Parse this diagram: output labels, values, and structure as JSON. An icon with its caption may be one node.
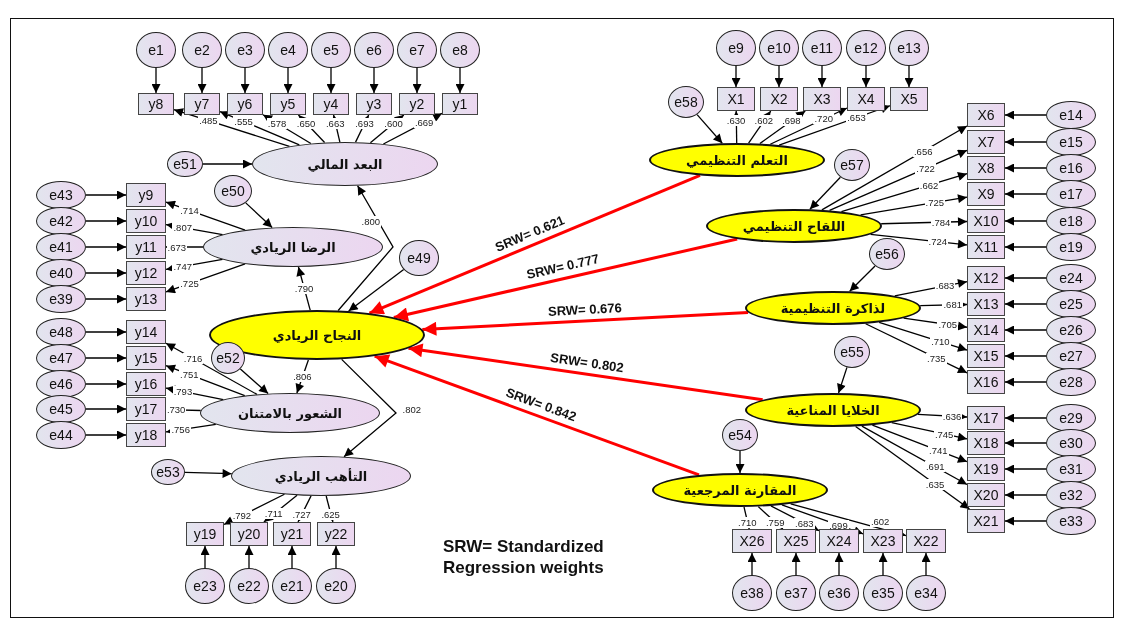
{
  "diagram": {
    "nodes": [
      {
        "text": [
          "e1"
        ]
      },
      {
        "text": [
          "e2"
        ]
      },
      {
        "text": [
          "e3"
        ]
      },
      {
        "text": [
          "e4"
        ]
      },
      {
        "text": [
          "e5"
        ]
      },
      {
        "text": [
          "e6"
        ]
      },
      {
        "text": [
          "e7"
        ]
      },
      {
        "text": [
          "e8"
        ]
      },
      {
        "text": [
          "y8"
        ]
      },
      {
        "text": [
          "y7"
        ]
      },
      {
        "text": [
          "y6"
        ]
      },
      {
        "text": [
          "y5"
        ]
      },
      {
        "text": [
          "y4"
        ]
      },
      {
        "text": [
          "y3"
        ]
      },
      {
        "text": [
          "y2"
        ]
      },
      {
        "text": [
          "y1"
        ]
      },
      {
        "text": [
          "البعد المالي"
        ]
      },
      {
        "text": [
          "e51"
        ]
      },
      {
        "text": [
          "e43"
        ]
      },
      {
        "text": [
          "e42"
        ]
      },
      {
        "text": [
          "e41"
        ]
      },
      {
        "text": [
          "e40"
        ]
      },
      {
        "text": [
          "e39"
        ]
      },
      {
        "text": [
          "y9"
        ]
      },
      {
        "text": [
          "y10"
        ]
      },
      {
        "text": [
          "y11"
        ]
      },
      {
        "text": [
          "y12"
        ]
      },
      {
        "text": [
          "y13"
        ]
      },
      {
        "text": [
          "e50"
        ]
      },
      {
        "text": [
          "الرضا الريادي"
        ]
      },
      {
        "text": [
          "e49"
        ]
      },
      {
        "text": [
          "النجاح الريادي"
        ]
      },
      {
        "text": [
          "e48"
        ]
      },
      {
        "text": [
          "e47"
        ]
      },
      {
        "text": [
          "e46"
        ]
      },
      {
        "text": [
          "e45"
        ]
      },
      {
        "text": [
          "e44"
        ]
      },
      {
        "text": [
          "y14"
        ]
      },
      {
        "text": [
          "y15"
        ]
      },
      {
        "text": [
          "y16"
        ]
      },
      {
        "text": [
          "y17"
        ]
      },
      {
        "text": [
          "y18"
        ]
      },
      {
        "text": [
          "e52"
        ]
      },
      {
        "text": [
          "الشعور بالامتنان"
        ]
      },
      {
        "text": [
          "e53"
        ]
      },
      {
        "text": [
          "التأهب الريادي"
        ]
      },
      {
        "text": [
          "y19"
        ]
      },
      {
        "text": [
          "y20"
        ]
      },
      {
        "text": [
          "y21"
        ]
      },
      {
        "text": [
          "y22"
        ]
      },
      {
        "text": [
          "e23"
        ]
      },
      {
        "text": [
          "e22"
        ]
      },
      {
        "text": [
          "e21"
        ]
      },
      {
        "text": [
          "e20"
        ]
      },
      {
        "text": [
          "e9"
        ]
      },
      {
        "text": [
          "e10"
        ]
      },
      {
        "text": [
          "e11"
        ]
      },
      {
        "text": [
          "e12"
        ]
      },
      {
        "text": [
          "e13"
        ]
      },
      {
        "text": [
          "X1"
        ]
      },
      {
        "text": [
          "X2"
        ]
      },
      {
        "text": [
          "X3"
        ]
      },
      {
        "text": [
          "X4"
        ]
      },
      {
        "text": [
          "X5"
        ]
      },
      {
        "text": [
          "e58"
        ]
      },
      {
        "text": [
          "التعلم التنظيمي"
        ]
      },
      {
        "text": [
          "e57"
        ]
      },
      {
        "text": [
          "اللقاح التنظيمي"
        ]
      },
      {
        "text": [
          "X6"
        ]
      },
      {
        "text": [
          "X7"
        ]
      },
      {
        "text": [
          "X8"
        ]
      },
      {
        "text": [
          "X9"
        ]
      },
      {
        "text": [
          "X10"
        ]
      },
      {
        "text": [
          "X11"
        ]
      },
      {
        "text": [
          "e14"
        ]
      },
      {
        "text": [
          "e15"
        ]
      },
      {
        "text": [
          "e16"
        ]
      },
      {
        "text": [
          "e17"
        ]
      },
      {
        "text": [
          "e18"
        ]
      },
      {
        "text": [
          "e19"
        ]
      },
      {
        "text": [
          "e56"
        ]
      },
      {
        "text": [
          "لذاكرة التنظيمية"
        ]
      },
      {
        "text": [
          "X12"
        ]
      },
      {
        "text": [
          "X13"
        ]
      },
      {
        "text": [
          "X14"
        ]
      },
      {
        "text": [
          "X15"
        ]
      },
      {
        "text": [
          "X16"
        ]
      },
      {
        "text": [
          "e24"
        ]
      },
      {
        "text": [
          "e25"
        ]
      },
      {
        "text": [
          "e26"
        ]
      },
      {
        "text": [
          "e27"
        ]
      },
      {
        "text": [
          "e28"
        ]
      },
      {
        "text": [
          "e55"
        ]
      },
      {
        "text": [
          "الخلايا المناعية"
        ]
      },
      {
        "text": [
          "X17"
        ]
      },
      {
        "text": [
          "X18"
        ]
      },
      {
        "text": [
          "X19"
        ]
      },
      {
        "text": [
          "X20"
        ]
      },
      {
        "text": [
          "X21"
        ]
      },
      {
        "text": [
          "e29"
        ]
      },
      {
        "text": [
          "e30"
        ]
      },
      {
        "text": [
          "e31"
        ]
      },
      {
        "text": [
          "e32"
        ]
      },
      {
        "text": [
          "e33"
        ]
      },
      {
        "text": [
          "e54"
        ]
      },
      {
        "text": [
          "المقارنة المرجعية"
        ]
      },
      {
        "text": [
          "X26"
        ]
      },
      {
        "text": [
          "X25"
        ]
      },
      {
        "text": [
          "X24"
        ]
      },
      {
        "text": [
          "X23"
        ]
      },
      {
        "text": [
          "X22"
        ]
      },
      {
        "text": [
          "e38"
        ]
      },
      {
        "text": [
          "e37"
        ]
      },
      {
        "text": [
          "e36"
        ]
      },
      {
        "text": [
          "e35"
        ]
      },
      {
        "text": [
          "e34"
        ]
      }
    ],
    "edges": [
      {
        "from": 0,
        "to": 8,
        "arrow": "to"
      },
      {
        "from": 1,
        "to": 9,
        "arrow": "to"
      },
      {
        "from": 2,
        "to": 10,
        "arrow": "to"
      },
      {
        "from": 3,
        "to": 11,
        "arrow": "to"
      },
      {
        "from": 4,
        "to": 12,
        "arrow": "to"
      },
      {
        "from": 5,
        "to": 13,
        "arrow": "to"
      },
      {
        "from": 6,
        "to": 14,
        "arrow": "to"
      },
      {
        "from": 7,
        "to": 15,
        "arrow": "to"
      },
      {
        "from": 16,
        "to": 8,
        "arrow": "to",
        "label": ".485"
      },
      {
        "from": 16,
        "to": 9,
        "arrow": "to",
        "label": ".555"
      },
      {
        "from": 16,
        "to": 10,
        "arrow": "to",
        "label": ".578"
      },
      {
        "from": 16,
        "to": 11,
        "arrow": "to",
        "label": ".650"
      },
      {
        "from": 16,
        "to": 12,
        "arrow": "to",
        "label": ".663"
      },
      {
        "from": 16,
        "to": 13,
        "arrow": "to",
        "label": ".693"
      },
      {
        "from": 16,
        "to": 14,
        "arrow": "to",
        "label": ".600"
      },
      {
        "from": 16,
        "to": 15,
        "arrow": "to",
        "label": ".669"
      },
      {
        "from": 17,
        "to": 16,
        "arrow": "to"
      },
      {
        "from": 18,
        "to": 23,
        "arrow": "to"
      },
      {
        "from": 19,
        "to": 24,
        "arrow": "to"
      },
      {
        "from": 20,
        "to": 25,
        "arrow": "to"
      },
      {
        "from": 21,
        "to": 26,
        "arrow": "to"
      },
      {
        "from": 22,
        "to": 27,
        "arrow": "to"
      },
      {
        "from": 29,
        "to": 23,
        "arrow": "to",
        "label": ".714"
      },
      {
        "from": 29,
        "to": 24,
        "arrow": "to",
        "label": ".807"
      },
      {
        "from": 29,
        "to": 25,
        "arrow": "to",
        "label": ".673"
      },
      {
        "from": 29,
        "to": 26,
        "arrow": "to",
        "label": ".747"
      },
      {
        "from": 29,
        "to": 27,
        "arrow": "to",
        "label": ".725"
      },
      {
        "from": 28,
        "to": 29,
        "arrow": "to"
      },
      {
        "from": 31,
        "to": 29,
        "arrow": "to",
        "label": ".790"
      },
      {
        "from": 31,
        "to": 16,
        "arrow": "to",
        "label": ".800"
      },
      {
        "from": 30,
        "to": 31,
        "arrow": "to"
      },
      {
        "from": 32,
        "to": 37,
        "arrow": "to"
      },
      {
        "from": 33,
        "to": 38,
        "arrow": "to"
      },
      {
        "from": 34,
        "to": 39,
        "arrow": "to"
      },
      {
        "from": 35,
        "to": 40,
        "arrow": "to"
      },
      {
        "from": 36,
        "to": 41,
        "arrow": "to"
      },
      {
        "from": 43,
        "to": 37,
        "arrow": "to",
        "label": ".716"
      },
      {
        "from": 43,
        "to": 38,
        "arrow": "to",
        "label": ".751"
      },
      {
        "from": 43,
        "to": 39,
        "arrow": "to",
        "label": ".793"
      },
      {
        "from": 43,
        "to": 40,
        "arrow": "to",
        "label": ".730"
      },
      {
        "from": 43,
        "to": 41,
        "arrow": "to",
        "label": ".756"
      },
      {
        "from": 42,
        "to": 43,
        "arrow": "to"
      },
      {
        "from": 31,
        "to": 43,
        "arrow": "to",
        "label": ".806"
      },
      {
        "from": 44,
        "to": 45,
        "arrow": "to"
      },
      {
        "from": 31,
        "to": 45,
        "arrow": "to",
        "label": ".802"
      },
      {
        "from": 45,
        "to": 46,
        "arrow": "to",
        "label": ".792"
      },
      {
        "from": 45,
        "to": 47,
        "arrow": "to",
        "label": ".711"
      },
      {
        "from": 45,
        "to": 48,
        "arrow": "to",
        "label": ".727"
      },
      {
        "from": 45,
        "to": 49,
        "arrow": "to",
        "label": ".625"
      },
      {
        "from": 50,
        "to": 46,
        "arrow": "to"
      },
      {
        "from": 51,
        "to": 47,
        "arrow": "to"
      },
      {
        "from": 52,
        "to": 48,
        "arrow": "to"
      },
      {
        "from": 53,
        "to": 49,
        "arrow": "to"
      },
      {
        "from": 54,
        "to": 59,
        "arrow": "to"
      },
      {
        "from": 55,
        "to": 60,
        "arrow": "to"
      },
      {
        "from": 56,
        "to": 61,
        "arrow": "to"
      },
      {
        "from": 57,
        "to": 62,
        "arrow": "to"
      },
      {
        "from": 58,
        "to": 63,
        "arrow": "to"
      },
      {
        "from": 65,
        "to": 59,
        "arrow": "to",
        "label": ".630"
      },
      {
        "from": 65,
        "to": 60,
        "arrow": "to",
        "label": ".602"
      },
      {
        "from": 65,
        "to": 61,
        "arrow": "to",
        "label": ".698"
      },
      {
        "from": 65,
        "to": 62,
        "arrow": "to",
        "label": ".720"
      },
      {
        "from": 65,
        "to": 63,
        "arrow": "to",
        "label": ".653"
      },
      {
        "from": 64,
        "to": 65,
        "arrow": "to"
      },
      {
        "from": 66,
        "to": 67,
        "arrow": "to"
      },
      {
        "from": 67,
        "to": 68,
        "arrow": "to",
        "label": ".656"
      },
      {
        "from": 67,
        "to": 69,
        "arrow": "to",
        "label": ".722"
      },
      {
        "from": 67,
        "to": 70,
        "arrow": "to",
        "label": ".662"
      },
      {
        "from": 67,
        "to": 71,
        "arrow": "to",
        "label": ".725"
      },
      {
        "from": 67,
        "to": 72,
        "arrow": "to",
        "label": ".784"
      },
      {
        "from": 67,
        "to": 73,
        "arrow": "to",
        "label": ".724"
      },
      {
        "from": 74,
        "to": 68,
        "arrow": "to"
      },
      {
        "from": 75,
        "to": 69,
        "arrow": "to"
      },
      {
        "from": 76,
        "to": 70,
        "arrow": "to"
      },
      {
        "from": 77,
        "to": 71,
        "arrow": "to"
      },
      {
        "from": 78,
        "to": 72,
        "arrow": "to"
      },
      {
        "from": 79,
        "to": 73,
        "arrow": "to"
      },
      {
        "from": 80,
        "to": 81,
        "arrow": "to"
      },
      {
        "from": 81,
        "to": 82,
        "arrow": "to",
        "label": ".683"
      },
      {
        "from": 81,
        "to": 83,
        "arrow": "to",
        "label": ".681"
      },
      {
        "from": 81,
        "to": 84,
        "arrow": "to",
        "label": ".705"
      },
      {
        "from": 81,
        "to": 85,
        "arrow": "to",
        "label": ".710"
      },
      {
        "from": 81,
        "to": 86,
        "arrow": "to",
        "label": ".735"
      },
      {
        "from": 87,
        "to": 82,
        "arrow": "to"
      },
      {
        "from": 88,
        "to": 83,
        "arrow": "to"
      },
      {
        "from": 89,
        "to": 84,
        "arrow": "to"
      },
      {
        "from": 90,
        "to": 85,
        "arrow": "to"
      },
      {
        "from": 91,
        "to": 86,
        "arrow": "to"
      },
      {
        "from": 92,
        "to": 93,
        "arrow": "to"
      },
      {
        "from": 93,
        "to": 94,
        "arrow": "to",
        "label": ".636"
      },
      {
        "from": 93,
        "to": 95,
        "arrow": "to",
        "label": ".745"
      },
      {
        "from": 93,
        "to": 96,
        "arrow": "to",
        "label": ".741"
      },
      {
        "from": 93,
        "to": 97,
        "arrow": "to",
        "label": ".691"
      },
      {
        "from": 93,
        "to": 98,
        "arrow": "to",
        "label": ".635"
      },
      {
        "from": 99,
        "to": 94,
        "arrow": "to"
      },
      {
        "from": 100,
        "to": 95,
        "arrow": "to"
      },
      {
        "from": 101,
        "to": 96,
        "arrow": "to"
      },
      {
        "from": 102,
        "to": 97,
        "arrow": "to"
      },
      {
        "from": 103,
        "to": 98,
        "arrow": "to"
      },
      {
        "from": 104,
        "to": 105,
        "arrow": "to"
      },
      {
        "from": 105,
        "to": 106,
        "arrow": "to",
        "label": ".710"
      },
      {
        "from": 105,
        "to": 107,
        "arrow": "to",
        "label": ".759"
      },
      {
        "from": 105,
        "to": 108,
        "arrow": "to",
        "label": ".683"
      },
      {
        "from": 105,
        "to": 109,
        "arrow": "to",
        "label": ".699"
      },
      {
        "from": 105,
        "to": 110,
        "arrow": "to",
        "label": ".602"
      },
      {
        "from": 111,
        "to": 106,
        "arrow": "to"
      },
      {
        "from": 112,
        "to": 107,
        "arrow": "to"
      },
      {
        "from": 113,
        "to": 108,
        "arrow": "to"
      },
      {
        "from": 114,
        "to": 109,
        "arrow": "to"
      },
      {
        "from": 115,
        "to": 110,
        "arrow": "to"
      },
      {
        "from": 65,
        "to": 31,
        "arrow": "to",
        "label": "SRW= 0.621",
        "style": "thick",
        "color": "#ff0000"
      },
      {
        "from": 67,
        "to": 31,
        "arrow": "to",
        "label": "SRW= 0.777",
        "style": "thick",
        "color": "#ff0000"
      },
      {
        "from": 81,
        "to": 31,
        "arrow": "to",
        "label": "SRW= 0.676",
        "style": "thick",
        "color": "#ff0000"
      },
      {
        "from": 93,
        "to": 31,
        "arrow": "to",
        "label": "SRW= 0.802",
        "style": "thick",
        "color": "#ff0000"
      },
      {
        "from": 105,
        "to": 31,
        "arrow": "to",
        "label": "SRW= 0.842",
        "style": "thick",
        "color": "#ff0000"
      }
    ],
    "labels": [
      "SRW= Standardized Regression weights"
    ]
  }
}
